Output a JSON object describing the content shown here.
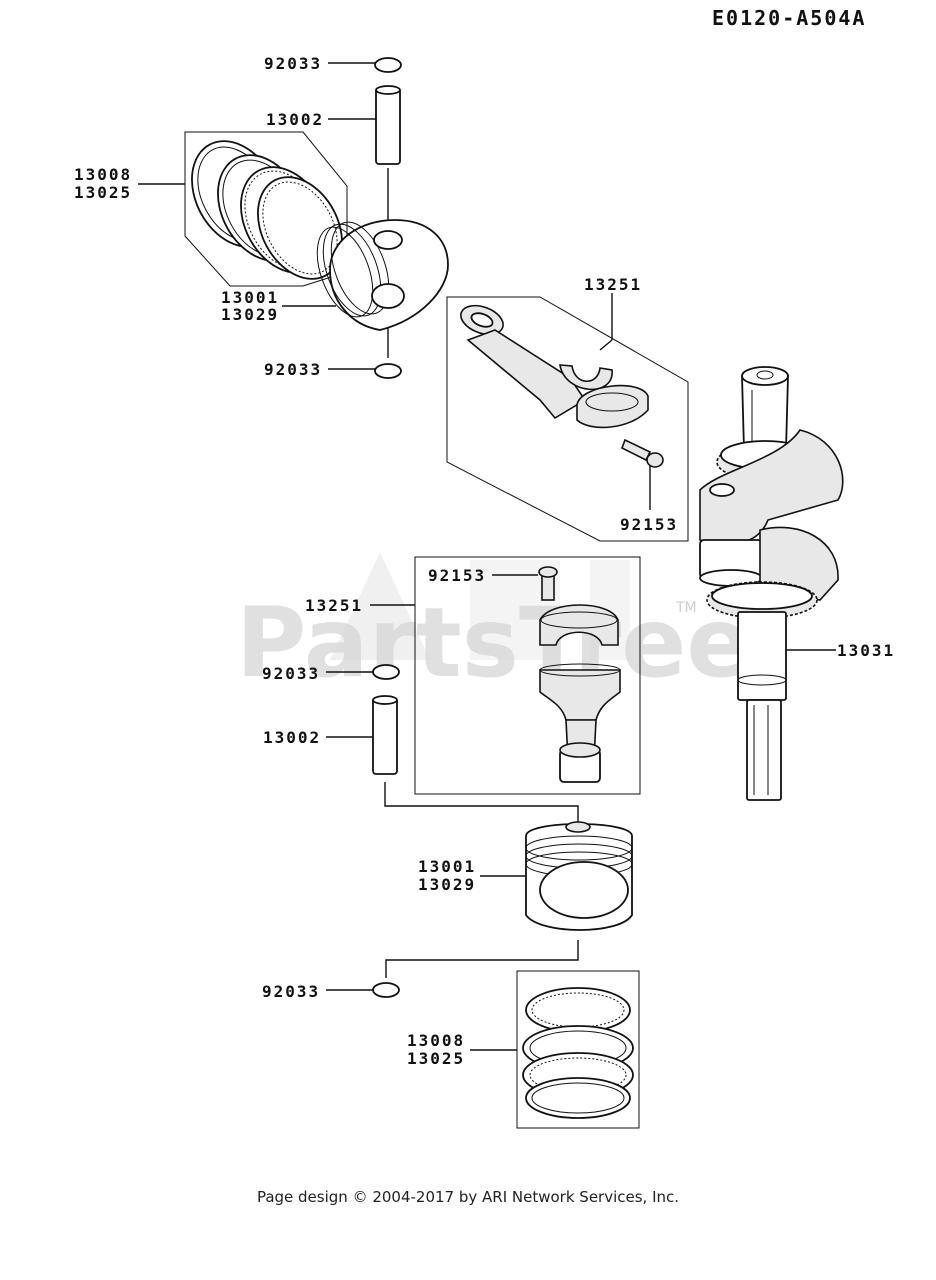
{
  "diagram_code": "E0120-A504A",
  "watermark": {
    "text": "PartsTree",
    "tm": "TM"
  },
  "footer": "Page design © 2004-2017 by ARI Network Services, Inc.",
  "labels": {
    "snap_ring_1": "92033",
    "pin_1": "13002",
    "ring_set_top": "13008",
    "ring_set_std_top": "13025",
    "piston_top": "13001",
    "piston_std_top": "13029",
    "snap_ring_2": "92033",
    "conrod_top": "13251",
    "bolt_top": "92153",
    "bolt_bottom": "92153",
    "conrod_bottom": "13251",
    "crankshaft": "13031",
    "snap_ring_3": "92033",
    "pin_2": "13002",
    "piston_bottom": "13001",
    "piston_std_bottom": "13029",
    "snap_ring_4": "92033",
    "ring_set_bottom": "13008",
    "ring_set_std_bottom": "13025"
  }
}
